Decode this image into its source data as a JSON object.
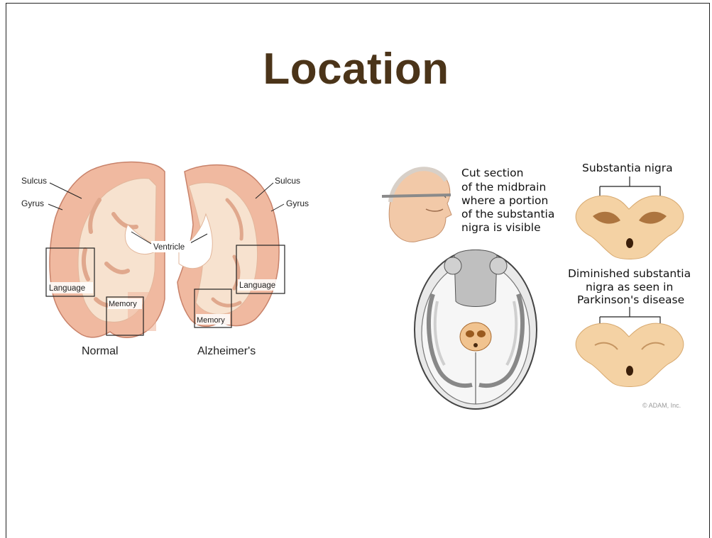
{
  "slide": {
    "title": "Location"
  },
  "left_figure": {
    "labels": {
      "sulcus_left": "Sulcus",
      "gyrus_left": "Gyrus",
      "sulcus_right": "Sulcus",
      "gyrus_right": "Gyrus",
      "ventricle": "Ventricle",
      "language_left": "Language",
      "language_right": "Language",
      "memory_left": "Memory",
      "memory_right": "Memory"
    },
    "captions": {
      "normal": "Normal",
      "alzheimers": "Alzheimer's"
    }
  },
  "right_figure": {
    "cut_section_text": [
      "Cut section",
      "of the midbrain",
      "where a portion",
      "of the substantia",
      "nigra is visible"
    ],
    "substantia_label": "Substantia nigra",
    "diminished_text": [
      "Diminished substantia",
      "nigra as seen in",
      "Parkinson's disease"
    ],
    "copyright": "© ADAM, Inc."
  }
}
